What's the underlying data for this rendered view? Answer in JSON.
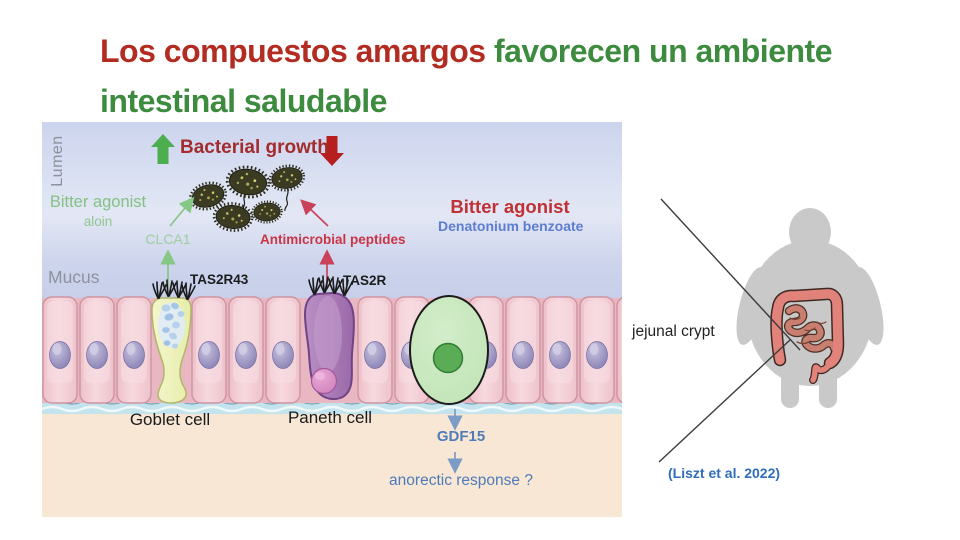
{
  "title": {
    "line1_red": "Los compuestos amargos",
    "line1_green": " favorecen un ambiente",
    "line2_green": "intestinal saludable"
  },
  "diagram": {
    "lumen_label": "Lumen",
    "mucus_label": "Mucus",
    "bacterial_growth_label": "Bacterial growth",
    "bitter_agonist_left": {
      "title": "Bitter agonist",
      "compound": "aloin"
    },
    "clca1_label": "CLCA1",
    "antimicrobial_label": "Antimicrobial peptides",
    "bitter_agonist_right": {
      "title": "Bitter agonist",
      "compound": "Denatonium benzoate"
    },
    "receptors": {
      "goblet": "TAS2R43",
      "paneth": "TAS2R"
    },
    "cells": {
      "goblet": "Goblet cell",
      "paneth": "Paneth cell"
    },
    "gdf15_label": "GDF15",
    "anorectic_label": "anorectic response ?"
  },
  "body_figure": {
    "jejunal_label": "jejunal crypt",
    "citation": "(Liszt et al. 2022)"
  },
  "colors": {
    "title_red": "#b22c22",
    "title_green": "#3c8b3e",
    "growth_up_arrow": "#4cae4e",
    "growth_down_arrow": "#b71f1f",
    "bitter_left_green": "#84c184",
    "antimicrobial_red": "#ca3445",
    "bitter_right_red": "#c13034",
    "denatonium_blue": "#5b7ed1",
    "gdf15_blue": "#4f7cb8",
    "citation_blue": "#2f6db8",
    "lumen_bg": "#ccd4ee",
    "mucus_bg": "#c6cee9",
    "submucosa_bg": "#f7e7d4",
    "epithelium_pink": "#f2c9d0",
    "goblet_yellow": "#eff2c4",
    "paneth_purple": "#aa7fb7",
    "crypt_cell_green": "#c8e8c0"
  }
}
